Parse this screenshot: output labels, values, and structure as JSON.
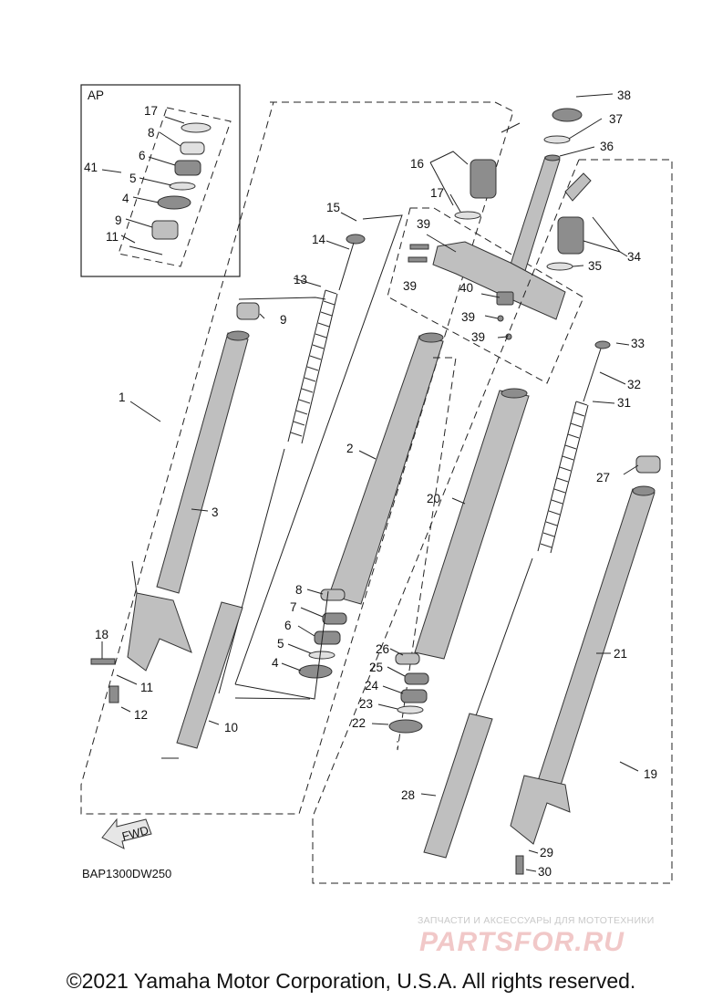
{
  "diagram": {
    "inset_label": "AP",
    "diagram_code": "BAP1300DW250",
    "direction_label": "FWD",
    "copyright": "©2021 Yamaha Motor Corporation, U.S.A. All rights reserved.",
    "watermark_caption": "ЗАПЧАСТИ И АКСЕССУАРЫ ДЛЯ МОТОТЕХНИКИ",
    "watermark_logo": "PARTSFOR.RU",
    "callouts": {
      "c17a": "17",
      "c8a": "8",
      "c6a": "6",
      "c41": "41",
      "c5a": "5",
      "c4a": "4",
      "c9a": "9",
      "c11a": "11",
      "c15": "15",
      "c14": "14",
      "c13": "13",
      "c9b": "9",
      "c1": "1",
      "c3": "3",
      "c2": "2",
      "c8b": "8",
      "c7": "7",
      "c6b": "6",
      "c5b": "5",
      "c4b": "4",
      "c18": "18",
      "c11b": "11",
      "c12": "12",
      "c10": "10",
      "c38": "38",
      "c37": "37",
      "c36": "36",
      "c16": "16",
      "c17b": "17",
      "c39a": "39",
      "c39b": "39",
      "c40": "40",
      "c39c": "39",
      "c39d": "39",
      "c34": "34",
      "c35": "35",
      "c33": "33",
      "c32": "32",
      "c31": "31",
      "c20": "20",
      "c27": "27",
      "c26": "26",
      "c25": "25",
      "c24": "24",
      "c23": "23",
      "c22": "22",
      "c21": "21",
      "c28": "28",
      "c19": "19",
      "c29": "29",
      "c30": "30"
    }
  }
}
